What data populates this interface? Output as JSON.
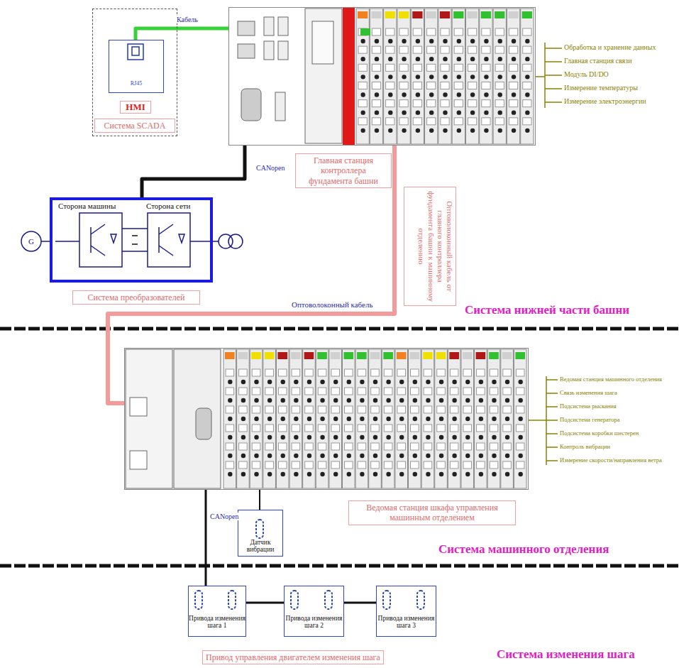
{
  "diagram": {
    "nodes": [
      {
        "text": [
          "HMI",
          "Система SCADA"
        ]
      },
      {
        "text": [
          "RJ45"
        ],
        "in": 0
      },
      {
        "text": [
          "Главная станция контроллера фундамента башни"
        ]
      },
      {
        "text": [
          "Сторона машины",
          "Сторона сети",
          "Система преобразователей"
        ]
      },
      {
        "text": [
          "Ведомая станция шкафа управления машинным отделением"
        ]
      },
      {
        "text": [
          "Датчик вибрации"
        ]
      },
      {
        "text": [
          "Привода изменения шага 1"
        ]
      },
      {
        "text": [
          "Привода изменения шага 2"
        ]
      },
      {
        "text": [
          "Привода изменения шага 3"
        ]
      }
    ],
    "edges": [
      {
        "from": 1,
        "to": 2,
        "arrow": "none",
        "label": "Кабель"
      },
      {
        "from": 2,
        "to": 3,
        "arrow": "none",
        "label": "CANopen"
      },
      {
        "from": 2,
        "to": 4,
        "arrow": "none",
        "label": "Оптоволоконный кабель"
      },
      {
        "from": 4,
        "to": 5,
        "arrow": "none"
      },
      {
        "from": 4,
        "to": 6,
        "arrow": "none",
        "label": "CANopen"
      },
      {
        "from": 6,
        "to": 7,
        "arrow": "none"
      },
      {
        "from": 7,
        "to": 8,
        "arrow": "none"
      }
    ],
    "labels": [
      "Обработка и хранение данных",
      "Главная станция связи",
      "Модуль DI/DO",
      "Измерение температуры",
      "Измерение электроэнергии",
      "Оптоволоконный кабель от главного контроллера фундамента башни к машинному отделению",
      "Система нижней части башни",
      "Ведомая станция машинного отделения",
      "Связь изменения шага",
      "Подсистема рыскания",
      "Подсистема генератора",
      "Подсистема коробки шестерен",
      "Контроль вибрации",
      "Измерение скорости/направления ветра",
      "Система машинного отделения",
      "Привод управления двигателем изменения шага",
      "Система изменения шага",
      "G"
    ]
  }
}
